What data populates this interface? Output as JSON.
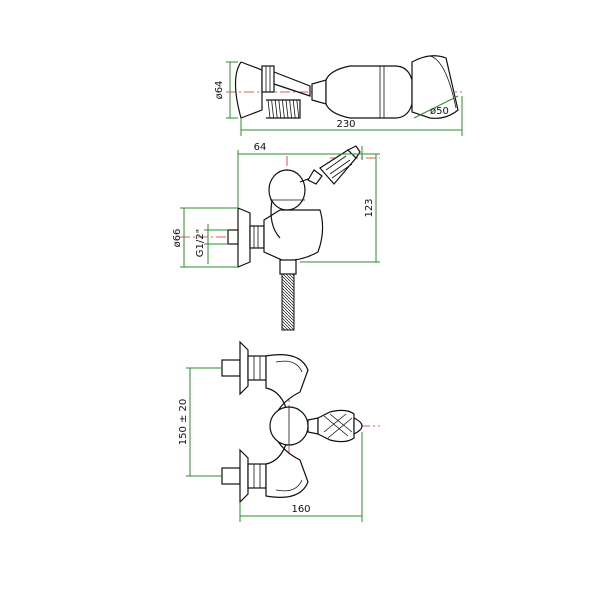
{
  "colors": {
    "outline": "#111111",
    "dimension_line": "#2e8b2e",
    "center_line": "#cc2a2a",
    "background": "#ffffff"
  },
  "hand_shower_view": {
    "dim_head_dia": "ø64",
    "dim_handle_dia": "ø50",
    "dim_length": "230"
  },
  "side_view": {
    "dim_depth": "64",
    "dim_height": "123",
    "dim_flange_dia": "ø66",
    "dim_thread": "G1/2\""
  },
  "front_view": {
    "dim_centers": "150 ± 20",
    "dim_width": "160"
  }
}
